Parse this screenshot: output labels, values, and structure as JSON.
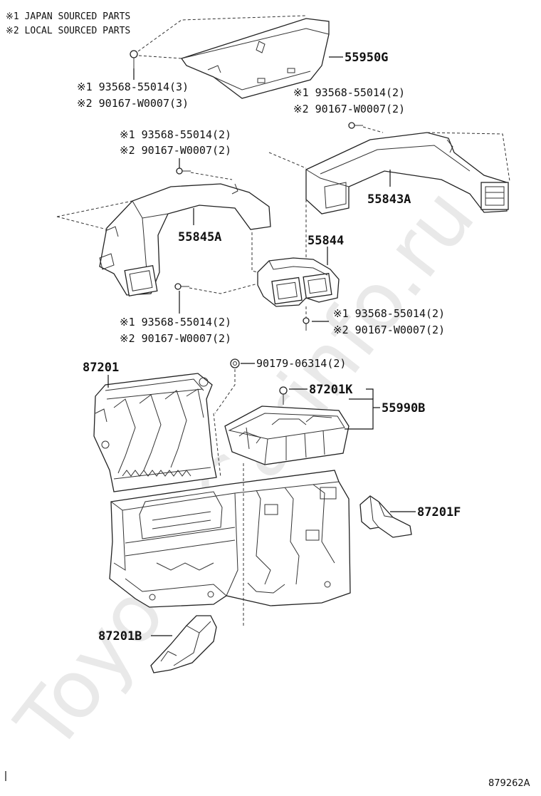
{
  "legend": {
    "line1": "※1 JAPAN SOURCED PARTS",
    "line2": "※2 LOCAL SOURCED PARTS"
  },
  "watermark": "Toyota-Carinfo.ru",
  "reference_code": "879262A",
  "parts": {
    "p55950G": "55950G",
    "p55843A": "55843A",
    "p55845A": "55845A",
    "p55844": "55844",
    "p87201": "87201",
    "p87201K": "87201K",
    "p55990B": "55990B",
    "p87201F": "87201F",
    "p87201B": "87201B",
    "p90179": "90179-06314(2)"
  },
  "fastener_groups": {
    "g1": {
      "l1": "※1 93568-55014(3)",
      "l2": "※2 90167-W0007(3)"
    },
    "g2": {
      "l1": "※1 93568-55014(2)",
      "l2": "※2 90167-W0007(2)"
    },
    "g3": {
      "l1": "※1 93568-55014(2)",
      "l2": "※2 90167-W0007(2)"
    },
    "g4": {
      "l1": "※1 93568-55014(2)",
      "l2": "※2 90167-W0007(2)"
    },
    "g5": {
      "l1": "※1 93568-55014(2)",
      "l2": "※2 90167-W0007(2)"
    }
  },
  "icons": [
    "screw-icon",
    "clip-icon"
  ]
}
